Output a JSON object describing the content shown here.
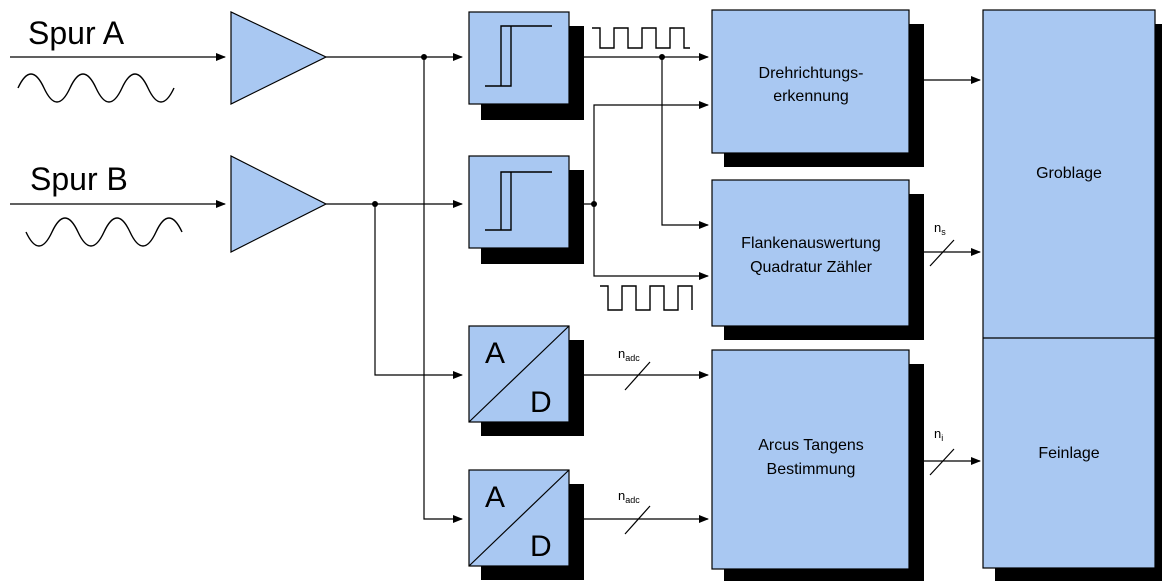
{
  "inputs": {
    "track_a": "Spur A",
    "track_b": "Spur B"
  },
  "ad_converter": {
    "letter_a": "A",
    "letter_d": "D"
  },
  "blocks": {
    "direction_line1": "Drehrichtungs-",
    "direction_line2": "erkennung",
    "edge_line1": "Flankenauswertung",
    "edge_line2": "Quadratur Zähler",
    "arctan_line1": "Arcus Tangens",
    "arctan_line2": "Bestimmung",
    "coarse": "Groblage",
    "fine": "Feinlage"
  },
  "bus_labels": {
    "ns_base": "n",
    "ns_sub": "s",
    "nadc_base": "n",
    "nadc_sub": "adc",
    "ni_base": "n",
    "ni_sub": "i"
  },
  "colors": {
    "block_fill": "#a9c8f2",
    "shadow": "#000000",
    "line": "#000000"
  }
}
